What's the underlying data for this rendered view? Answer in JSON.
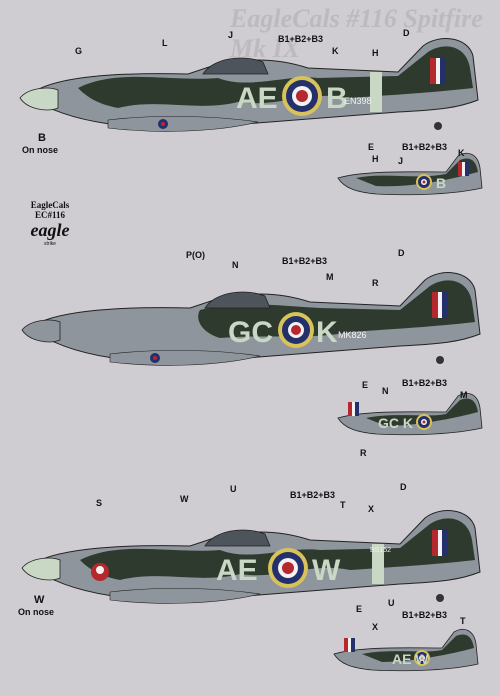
{
  "header": {
    "title": "EagleCals #116  Spitfire Mk IX"
  },
  "logo": {
    "code_line1": "EagleCals",
    "code_line2": "EC#116",
    "brand": "eagle",
    "sub": "strike"
  },
  "aircraft": [
    {
      "serial": "EN398",
      "codes": {
        "left": "AE",
        "right": "B"
      },
      "callouts": [
        "G",
        "L",
        "J",
        "B1+B2+B3",
        "K",
        "H",
        "D"
      ],
      "note": {
        "letter": "B",
        "text": "On nose"
      },
      "detail_callouts": [
        "E",
        "H",
        "J",
        "B1+B2+B3",
        "K"
      ],
      "detail_codes": "B"
    },
    {
      "serial": "MK826",
      "codes": {
        "left": "GC",
        "right": "K"
      },
      "callouts": [
        "P(O)",
        "N",
        "B1+B2+B3",
        "M",
        "R",
        "D"
      ],
      "detail_callouts": [
        "E",
        "N",
        "B1+B2+B3",
        "M",
        "R"
      ],
      "detail_codes": "GC K"
    },
    {
      "serial": "BS152",
      "codes": {
        "left": "AE",
        "right": "W"
      },
      "callouts": [
        "S",
        "W",
        "U",
        "B1+B2+B3",
        "T",
        "X",
        "D"
      ],
      "note": {
        "letter": "W",
        "text": "On nose"
      },
      "detail_callouts": [
        "E",
        "X",
        "U",
        "B1+B2+B3",
        "T"
      ],
      "detail_codes": "AE W"
    }
  ],
  "colors": {
    "dark_green": "#2f3a2e",
    "ocean_grey": "#8e959c",
    "sky": "#c9d8c4",
    "red": "#b5282e",
    "blue": "#23306b",
    "yellow": "#d8c25a"
  }
}
